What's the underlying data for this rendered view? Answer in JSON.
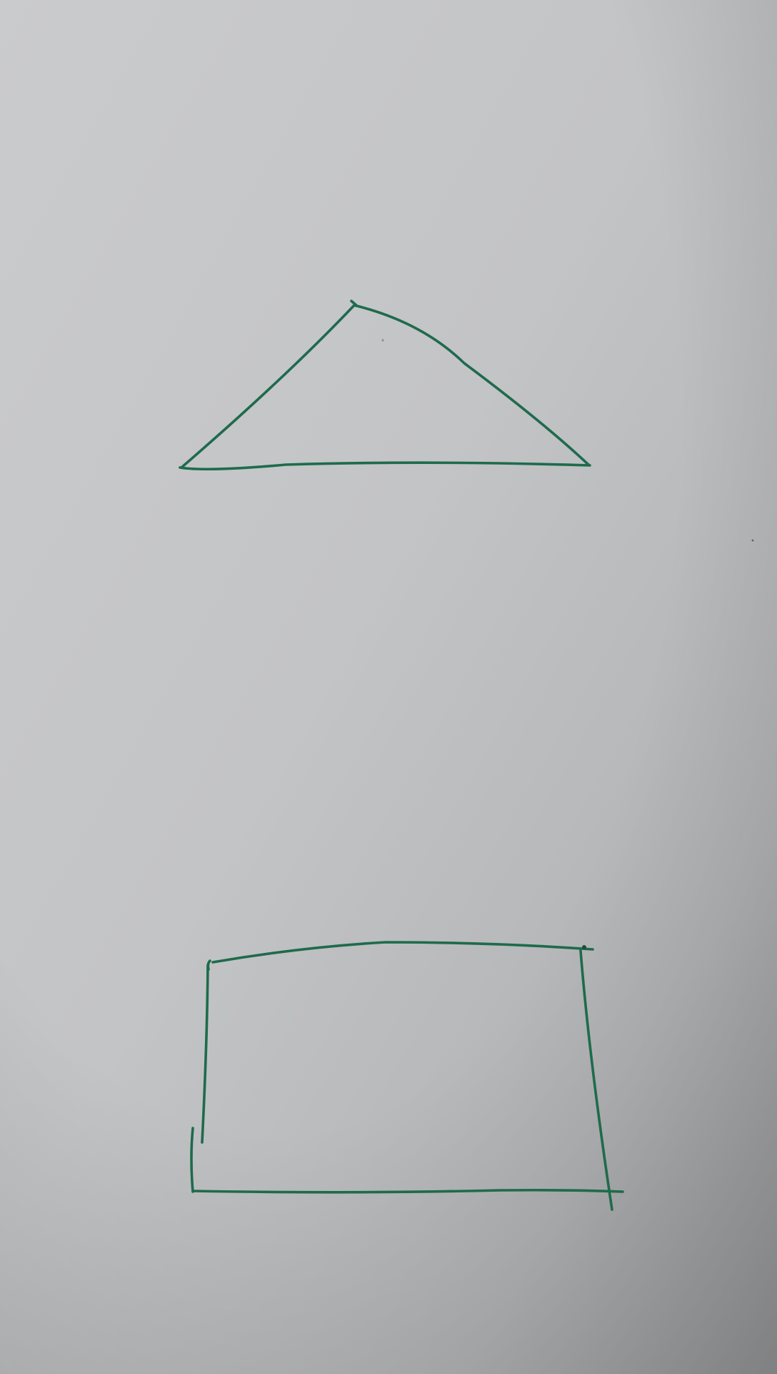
{
  "photo": {
    "subject": "paper-sheet",
    "paper_color": "#c6c7c9",
    "paper_shadow_color": "#a3a4a6",
    "ink_color": "#1e6b4c"
  },
  "shapes": [
    {
      "kind": "triangle"
    },
    {
      "kind": "rectangle"
    }
  ]
}
